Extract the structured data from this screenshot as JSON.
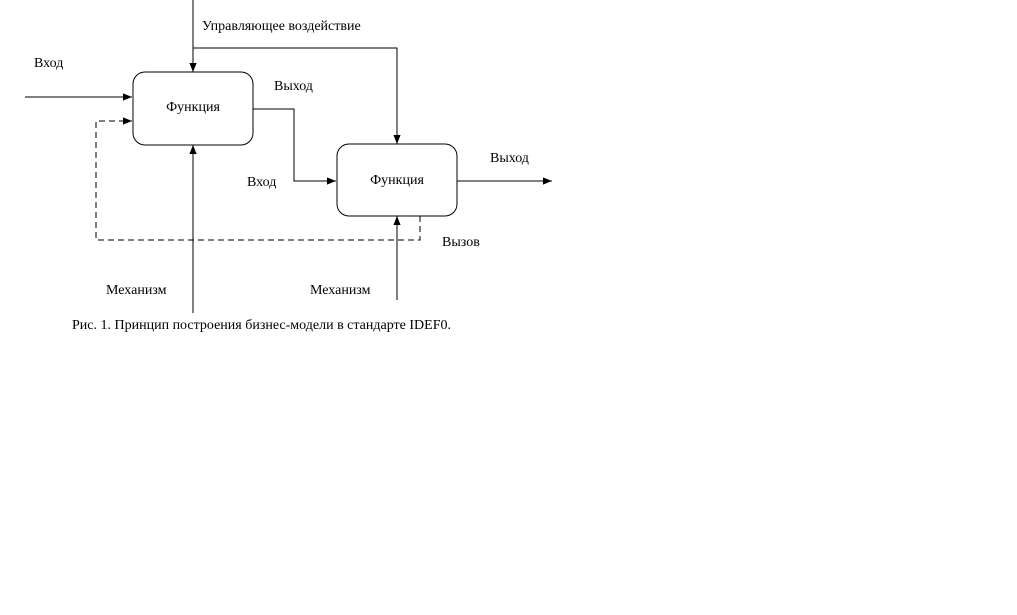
{
  "diagram": {
    "labels": {
      "control": "Управляющее воздействие",
      "input_left": "Вход",
      "output_top": "Выход",
      "input_middle": "Вход",
      "output_right": "Выход",
      "call": "Вызов",
      "mechanism_left": "Механизм",
      "mechanism_right": "Механизм"
    },
    "boxes": {
      "function_1": "Функция",
      "function_2": "Функция"
    }
  },
  "caption": "Рис. 1. Принцип построения бизнес-модели в стандарте IDEF0."
}
